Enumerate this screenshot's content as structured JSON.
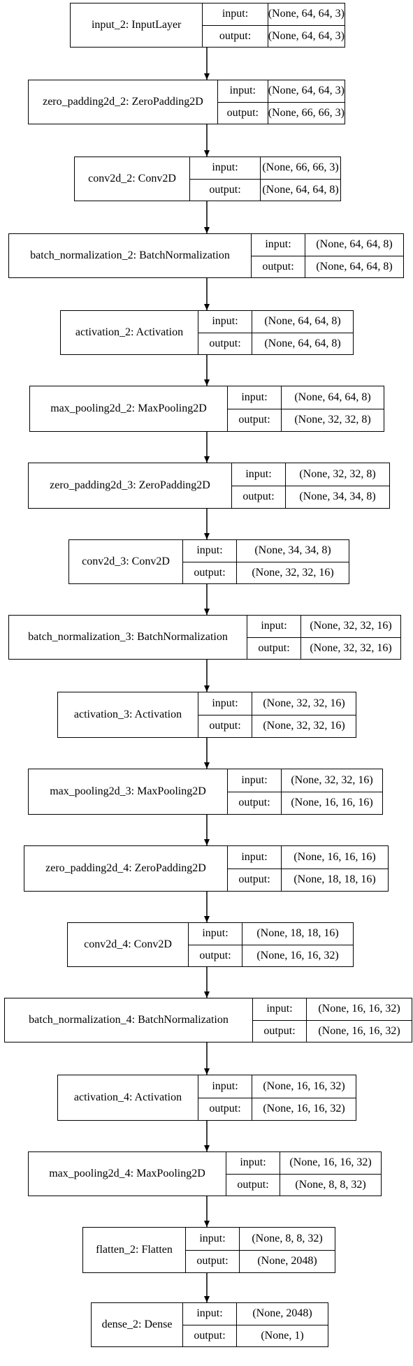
{
  "labels": {
    "input": "input:",
    "output": "output:"
  },
  "layers": [
    {
      "name": "input_2: InputLayer",
      "input": "(None, 64, 64, 3)",
      "output": "(None, 64, 64, 3)"
    },
    {
      "name": "zero_padding2d_2: ZeroPadding2D",
      "input": "(None, 64, 64, 3)",
      "output": "(None, 66, 66, 3)"
    },
    {
      "name": "conv2d_2: Conv2D",
      "input": "(None, 66, 66, 3)",
      "output": "(None, 64, 64, 8)"
    },
    {
      "name": "batch_normalization_2: BatchNormalization",
      "input": "(None, 64, 64, 8)",
      "output": "(None, 64, 64, 8)"
    },
    {
      "name": "activation_2: Activation",
      "input": "(None, 64, 64, 8)",
      "output": "(None, 64, 64, 8)"
    },
    {
      "name": "max_pooling2d_2: MaxPooling2D",
      "input": "(None, 64, 64, 8)",
      "output": "(None, 32, 32, 8)"
    },
    {
      "name": "zero_padding2d_3: ZeroPadding2D",
      "input": "(None, 32, 32, 8)",
      "output": "(None, 34, 34, 8)"
    },
    {
      "name": "conv2d_3: Conv2D",
      "input": "(None, 34, 34, 8)",
      "output": "(None, 32, 32, 16)"
    },
    {
      "name": "batch_normalization_3: BatchNormalization",
      "input": "(None, 32, 32, 16)",
      "output": "(None, 32, 32, 16)"
    },
    {
      "name": "activation_3: Activation",
      "input": "(None, 32, 32, 16)",
      "output": "(None, 32, 32, 16)"
    },
    {
      "name": "max_pooling2d_3: MaxPooling2D",
      "input": "(None, 32, 32, 16)",
      "output": "(None, 16, 16, 16)"
    },
    {
      "name": "zero_padding2d_4: ZeroPadding2D",
      "input": "(None, 16, 16, 16)",
      "output": "(None, 18, 18, 16)"
    },
    {
      "name": "conv2d_4: Conv2D",
      "input": "(None, 18, 18, 16)",
      "output": "(None, 16, 16, 32)"
    },
    {
      "name": "batch_normalization_4: BatchNormalization",
      "input": "(None, 16, 16, 32)",
      "output": "(None, 16, 16, 32)"
    },
    {
      "name": "activation_4: Activation",
      "input": "(None, 16, 16, 32)",
      "output": "(None, 16, 16, 32)"
    },
    {
      "name": "max_pooling2d_4: MaxPooling2D",
      "input": "(None, 16, 16, 32)",
      "output": "(None, 8, 8, 32)"
    },
    {
      "name": "flatten_2: Flatten",
      "input": "(None, 8, 8, 32)",
      "output": "(None, 2048)"
    },
    {
      "name": "dense_2: Dense",
      "input": "(None, 2048)",
      "output": "(None, 1)"
    }
  ]
}
